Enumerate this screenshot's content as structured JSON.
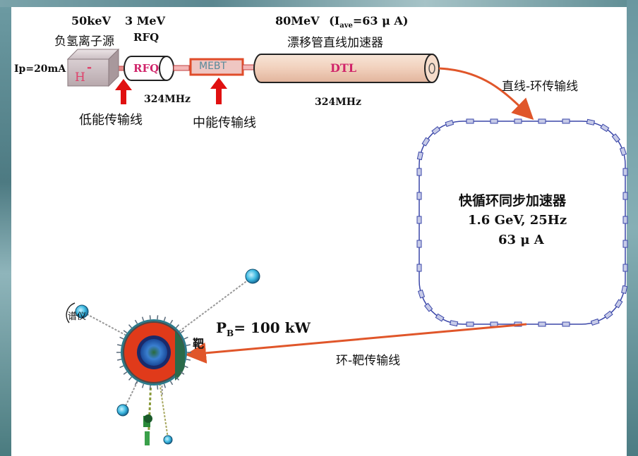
{
  "source": {
    "energy": "50keV",
    "name": "负氢离子源",
    "current": "Ip=20mA",
    "ion_symbol": "H",
    "ion_charge": "-"
  },
  "rfq": {
    "energy": "3 MeV",
    "name": "RFQ",
    "label": "RFQ",
    "frequency": "324MHz"
  },
  "mebt": {
    "label": "MEBT"
  },
  "dtl": {
    "energy_prefix": "80MeV",
    "current_open": "(I",
    "current_sub": "ave",
    "current_close": "=63 μ A)",
    "name": "漂移管直线加速器",
    "label": "DTL",
    "frequency": "324MHz"
  },
  "lebt": {
    "label": "低能传输线"
  },
  "mebt_line": {
    "label": "中能传输线"
  },
  "linac_ring_line": {
    "label": "直线-环传输线"
  },
  "ring": {
    "name": "快循环同步加速器",
    "params": "1.6 GeV, 25Hz",
    "current": "63 μ A"
  },
  "target": {
    "label": "靶",
    "power_prefix": "P",
    "power_sub": "B",
    "power_value": "= 100 kW"
  },
  "ring_target_line": {
    "label": "环-靶传输线"
  },
  "spectrometer": {
    "label": "谱仪"
  },
  "colors": {
    "arrow_red": "#e01010",
    "beamline_orange": "#e0562a",
    "ring_blue": "#3a46a8",
    "rfq_label": "#d0246a",
    "target_red": "#e03a1a"
  }
}
